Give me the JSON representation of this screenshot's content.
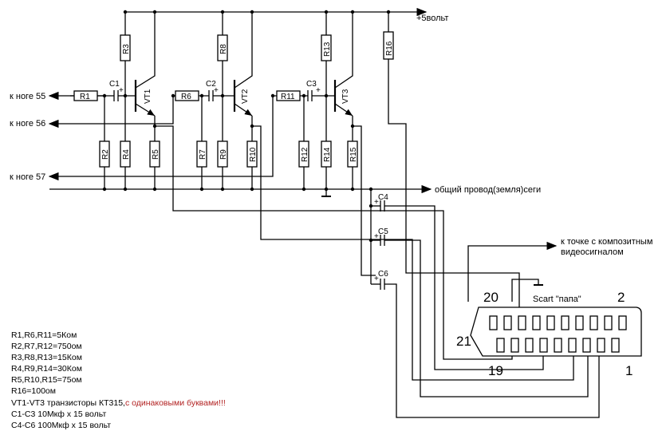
{
  "labels": {
    "supply": "+5вольт",
    "leg55": "к ноге 55",
    "leg56": "к ноге 56",
    "leg57": "к ноге 57",
    "ground": "общий провод(земля)сеги",
    "composite_1": "к точке с композитным",
    "composite_2": "видеосигналом",
    "scart": "Scart \"папа\"",
    "pin20": "20",
    "pin2": "2",
    "pin21": "21",
    "pin19": "19",
    "pin1": "1"
  },
  "components": {
    "r1": "R1",
    "r2": "R2",
    "r3": "R3",
    "r4": "R4",
    "r5": "R5",
    "r6": "R6",
    "r7": "R7",
    "r8": "R8",
    "r9": "R9",
    "r10": "R10",
    "r11": "R11",
    "r12": "R12",
    "r13": "R13",
    "r14": "R14",
    "r15": "R15",
    "r16": "R16",
    "c1": "C1",
    "c2": "C2",
    "c3": "C3",
    "c4": "C4",
    "c5": "C5",
    "c6": "C6",
    "vt1": "VT1",
    "vt2": "VT2",
    "vt3": "VT3",
    "plus": "+"
  },
  "notes": {
    "line1": "R1,R6,R11=5Ком",
    "line2": "R2,R7,R12=750ом",
    "line3": "R3,R8,R13=15Ком",
    "line4": "R4,R9,R14=30Ком",
    "line5": "R5,R10,R15=75ом",
    "line6": "R16=100ом",
    "line7a": "VT1-VT3 транзисторы КТ315,",
    "line7b": "с одинаковыми буквами!!!",
    "line8": "С1-С3 10Мкф х 15 вольт",
    "line9": "С4-С6 100Мкф х 15 вольт"
  }
}
